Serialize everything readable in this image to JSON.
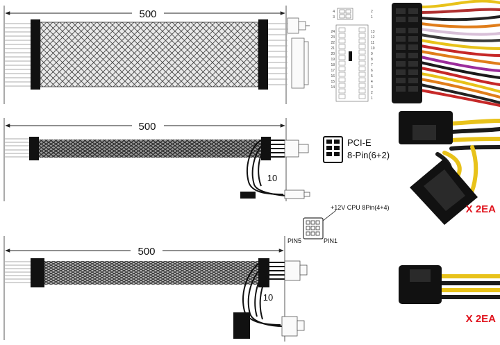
{
  "cable1": {
    "length_label": "500"
  },
  "cable2": {
    "length_label": "500",
    "split_label": "10",
    "connector_name": "PCI-E",
    "connector_pins": "8-Pin(6+2)"
  },
  "cable3": {
    "length_label": "500",
    "split_label": "10"
  },
  "cpu_connector": {
    "label": "+12V CPU 8Pin(4+4)",
    "pin5": "PIN5",
    "pin1": "PIN1"
  },
  "pinout": {
    "left_numbers": [
      "4",
      "3",
      "24",
      "23",
      "22",
      "21",
      "20",
      "19",
      "18",
      "17",
      "16",
      "15",
      "14"
    ],
    "right_numbers": [
      "2",
      "1",
      "13",
      "12",
      "11",
      "10",
      "9",
      "8",
      "7",
      "6",
      "5",
      "4",
      "3",
      "2",
      "1"
    ]
  },
  "quantity_pci": "X 2EA",
  "quantity_cpu": "X 2EA",
  "colors": {
    "accent_red": "#e0141e",
    "sleeve_black": "#111111",
    "wire_gray": "#9a9a9a"
  }
}
